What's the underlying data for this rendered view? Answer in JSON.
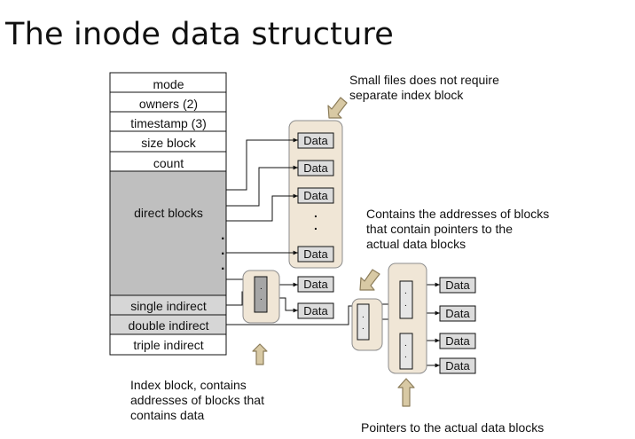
{
  "title": "The inode data structure",
  "inode_fields": [
    "mode",
    "owners (2)",
    "timestamp (3)",
    "size block",
    "count"
  ],
  "direct_blocks_label": "direct blocks",
  "indirect_fields": [
    "single indirect",
    "double indirect",
    "triple indirect"
  ],
  "data_block_label": "Data",
  "dots": ".",
  "captions": {
    "small_files": [
      "Small files  does not require",
      "separate index block"
    ],
    "contains_addresses": [
      "Contains the addresses of blocks",
      "that contain pointers to the",
      "actual data blocks"
    ],
    "index_block": [
      "Index block, contains",
      "addresses of blocks that",
      "contains data"
    ],
    "pointers": "Pointers to the actual data blocks"
  },
  "colors": {
    "direct_fill": "#bfbfbf",
    "indirect_fill": "#d6d6d6",
    "panel_fill": "#f0e6d6",
    "panel_border": "#8c8c8c",
    "arrow_fill": "#d8c9a4",
    "arrow_stroke": "#8c7d5a",
    "data_fill": "#dcdcdc",
    "index_fill": "#a6a6a6"
  }
}
